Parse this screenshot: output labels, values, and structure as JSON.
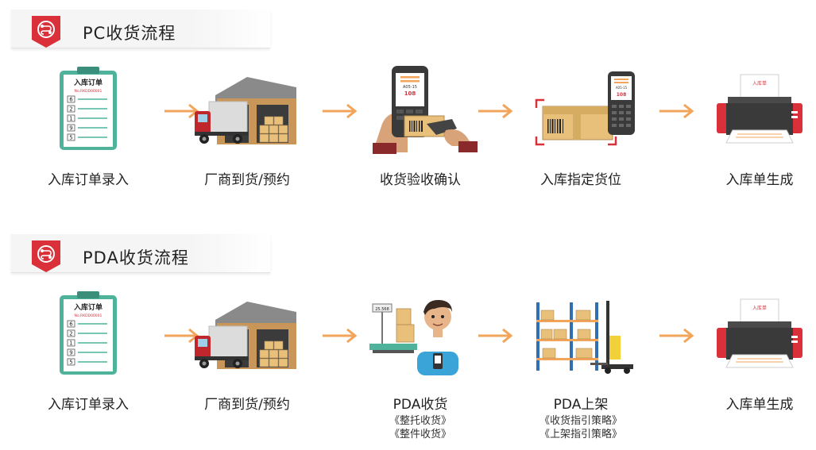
{
  "pc_flow": {
    "title": "PC收货流程",
    "steps": [
      {
        "label": "入库订单录入",
        "icon": "order-form-icon",
        "doc_title": "入库订单",
        "doc_no": "No.RKDD00001",
        "rows": [
          "6",
          "2",
          "1",
          "9",
          "5"
        ]
      },
      {
        "label": "厂商到货/预约",
        "icon": "warehouse-truck-icon"
      },
      {
        "label": "收货验收确认",
        "icon": "barcode-scanning-icon",
        "screen_code": "A05-15",
        "screen_num": "108"
      },
      {
        "label": "入库指定货位",
        "icon": "handheld-terminal-box-icon",
        "screen_code": "A05-15",
        "screen_num": "108"
      },
      {
        "label": "入库单生成",
        "icon": "printer-icon",
        "paper_text": "入库单"
      }
    ]
  },
  "pda_flow": {
    "title": "PDA收货流程",
    "steps": [
      {
        "label": "入库订单录入",
        "icon": "order-form-icon",
        "doc_title": "入库订单",
        "doc_no": "No.RKDD00001",
        "rows": [
          "6",
          "2",
          "1",
          "9",
          "5"
        ]
      },
      {
        "label": "厂商到货/预约",
        "icon": "warehouse-truck-icon"
      },
      {
        "label": "PDA收货",
        "icon": "scale-worker-icon",
        "scale_reading": "25.568",
        "subs": [
          "《整托收货》",
          "《整件收货》"
        ]
      },
      {
        "label": "PDA上架",
        "icon": "shelf-forklift-icon",
        "subs": [
          "《收货指引策略》",
          "《上架指引策略》"
        ]
      },
      {
        "label": "入库单生成",
        "icon": "printer-icon",
        "paper_text": "入库单"
      }
    ]
  },
  "colors": {
    "accent_red": "#d9303a",
    "arrow_orange": "#f2a45a",
    "doc_green": "#4fb39c",
    "box_tan": "#e8c07a"
  }
}
